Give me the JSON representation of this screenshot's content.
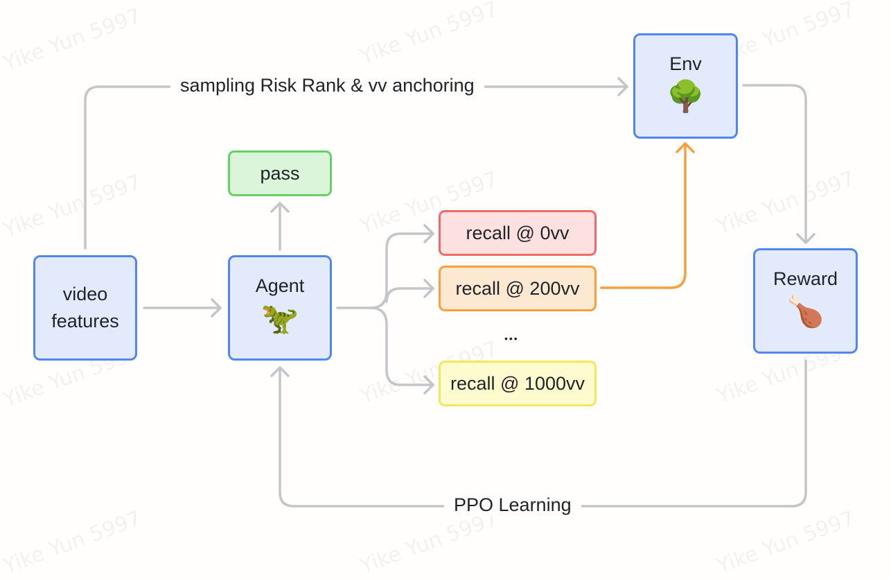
{
  "watermark": "Yike Yun 5997",
  "colors": {
    "node_border": "#4f86f0",
    "node_fill": "#e2eafc",
    "edge_gray": "#c3c5c8",
    "edge_orange": "#f5a03c",
    "pass_border": "#63d163",
    "pass_fill": "#daf5da",
    "recall0_border": "#f06a6a",
    "recall0_fill": "#fde0e0",
    "recall200_border": "#f5a03c",
    "recall200_fill": "#fde8d2",
    "recall1000_border": "#f6e65a",
    "recall1000_fill": "#fefbcf"
  },
  "nodes": {
    "video_features": {
      "line1": "video",
      "line2": "features"
    },
    "agent": {
      "label": "Agent",
      "icon": "t-rex-icon",
      "emoji": "🦖"
    },
    "env": {
      "label": "Env",
      "icon": "tree-icon",
      "emoji": "🌳"
    },
    "reward": {
      "label": "Reward",
      "icon": "poultry-leg-icon",
      "emoji": "🍗"
    },
    "pass": {
      "label": "pass"
    },
    "recall_0": {
      "label": "recall @ 0vv"
    },
    "recall_200": {
      "label": "recall @ 200vv"
    },
    "ellipsis": "•••",
    "recall_1000": {
      "label": "recall @ 1000vv"
    }
  },
  "edges": {
    "top_label": "sampling Risk Rank & vv anchoring",
    "bottom_label": "PPO Learning"
  }
}
